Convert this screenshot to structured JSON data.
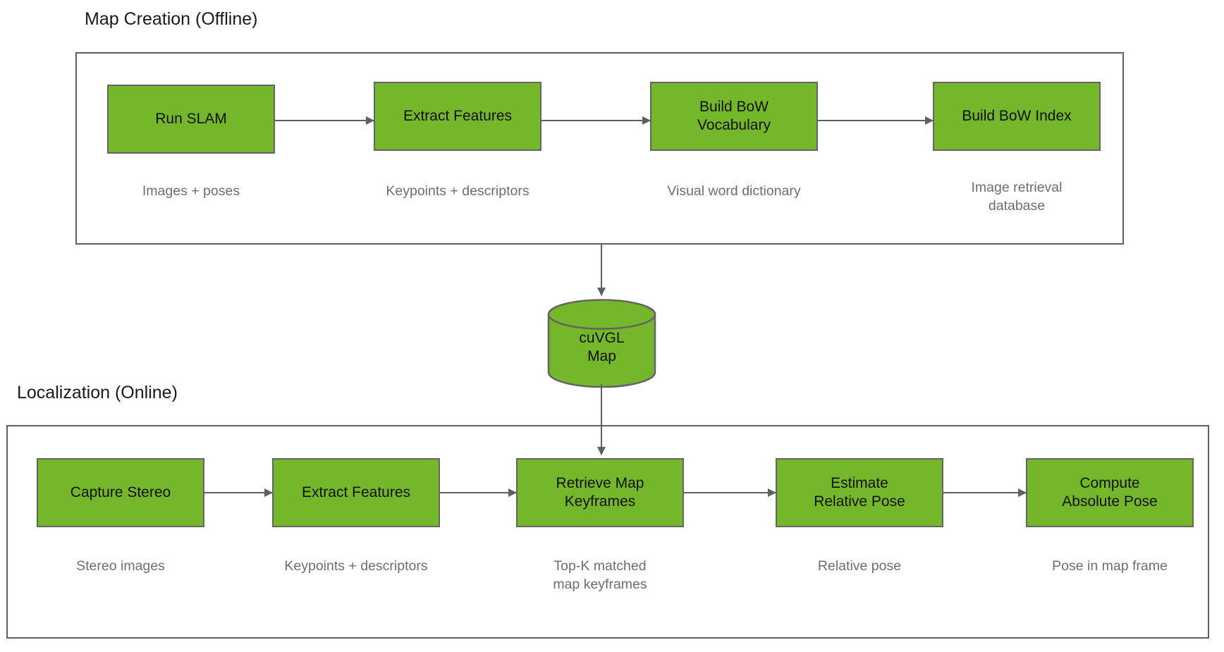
{
  "sections": {
    "map_creation": {
      "title": "Map Creation (Offline)",
      "nodes": [
        {
          "label": "Run SLAM",
          "caption": "Images + poses"
        },
        {
          "label": "Extract Features",
          "caption": "Keypoints + descriptors"
        },
        {
          "label": "Build BoW\nVocabulary",
          "caption": "Visual word dictionary"
        },
        {
          "label": "Build BoW Index",
          "caption": "Image retrieval\ndatabase"
        }
      ]
    },
    "localization": {
      "title": "Localization (Online)",
      "nodes": [
        {
          "label": "Capture Stereo",
          "caption": "Stereo images"
        },
        {
          "label": "Extract Features",
          "caption": "Keypoints + descriptors"
        },
        {
          "label": "Retrieve Map\nKeyframes",
          "caption": "Top-K matched\nmap keyframes"
        },
        {
          "label": "Estimate\nRelative Pose",
          "caption": "Relative pose"
        },
        {
          "label": "Compute\nAbsolute Pose",
          "caption": "Pose in map frame"
        }
      ]
    }
  },
  "store": {
    "label": "cuVGL\nMap"
  },
  "colors": {
    "node_fill": "#74b72b",
    "node_border": "#646464",
    "group_border": "#5f5f5f",
    "arrow": "#5f5f5f",
    "caption_text": "#6d6d75",
    "title_text": "#1a1a1a",
    "node_text": "#101010",
    "background": "#ffffff"
  }
}
